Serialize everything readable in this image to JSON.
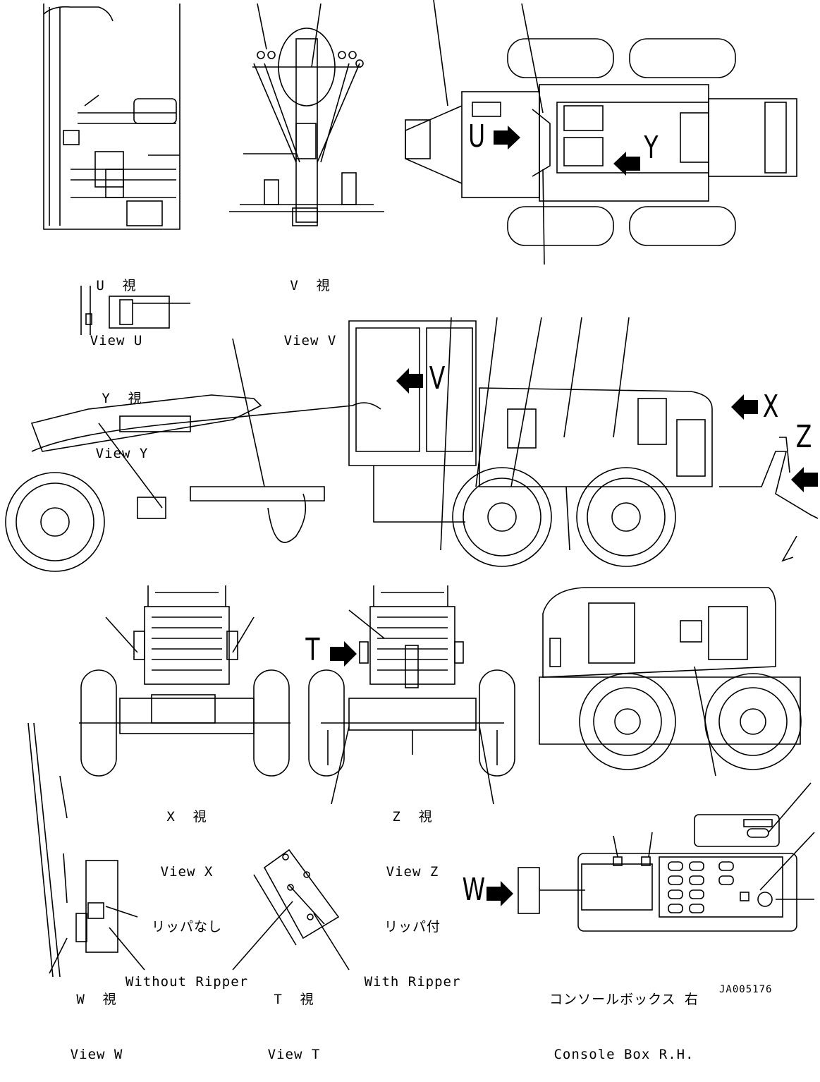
{
  "captions": {
    "view_u": {
      "jp": "U  視",
      "en": "View U"
    },
    "view_v": {
      "jp": "V  視",
      "en": "View V"
    },
    "view_y": {
      "jp": "Y  視",
      "en": "View Y"
    },
    "view_x": {
      "jp": "X  視",
      "en": "View X",
      "sub_jp": "リッパなし",
      "sub_en": "Without Ripper"
    },
    "view_z": {
      "jp": "Z  視",
      "en": "View Z",
      "sub_jp": "リッパ付",
      "sub_en": "With Ripper"
    },
    "view_w": {
      "jp": "W  視",
      "en": "View W"
    },
    "view_t": {
      "jp": "T  視",
      "en": "View T"
    },
    "console": {
      "jp": "コンソールボックス 右",
      "en": "Console Box R.H."
    }
  },
  "arrow_letters": {
    "u": "U",
    "y": "Y",
    "v": "V",
    "x": "X",
    "z": "Z",
    "t": "T",
    "w": "W"
  },
  "document_id": "JA005176"
}
